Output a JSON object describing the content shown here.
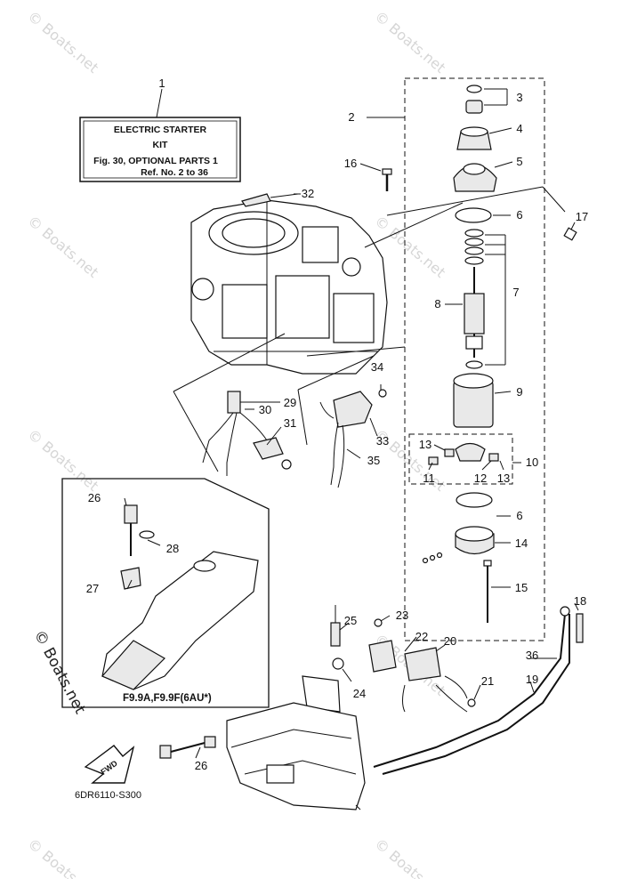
{
  "kit_box": {
    "title": "ELECTRIC STARTER",
    "kit": "KIT",
    "fig": "Fig. 30, OPTIONAL PARTS 1",
    "ref": "Ref. No. 2 to 36"
  },
  "model_note": "F9.9A,F9.9F(6AU*)",
  "fwd": "FWD",
  "diagram_code": "6DR6110-S300",
  "watermark": "© Boats.net",
  "callouts": {
    "c1": "1",
    "c2": "2",
    "c3": "3",
    "c4": "4",
    "c5": "5",
    "c6a": "6",
    "c6b": "6",
    "c7": "7",
    "c8": "8",
    "c9": "9",
    "c10": "10",
    "c11": "11",
    "c12": "12",
    "c13a": "13",
    "c13b": "13",
    "c14": "14",
    "c15": "15",
    "c16": "16",
    "c17": "17",
    "c18": "18",
    "c19": "19",
    "c20": "20",
    "c21": "21",
    "c22": "22",
    "c23": "23",
    "c24": "24",
    "c25": "25",
    "c26a": "26",
    "c26b": "26",
    "c27": "27",
    "c28": "28",
    "c29": "29",
    "c30": "30",
    "c31": "31",
    "c32": "32",
    "c33": "33",
    "c34": "34",
    "c35": "35",
    "c36": "36"
  }
}
